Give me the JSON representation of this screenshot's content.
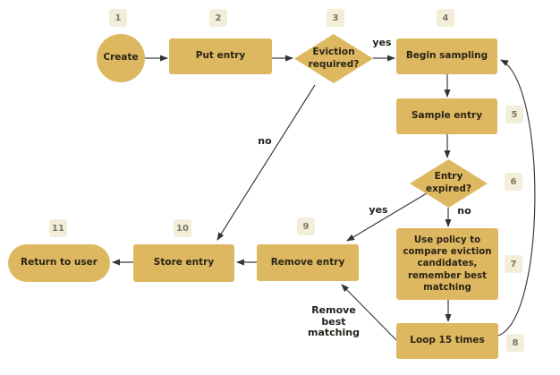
{
  "diagram": {
    "type": "flowchart",
    "colors": {
      "node_fill": "#DEB860",
      "badge_bg": "#F2EEDA",
      "badge_text": "#7C785F",
      "node_text": "#2A2417",
      "edge_line": "#3D3D3D",
      "background": "#FFFFFF"
    },
    "nodes": [
      {
        "id": "create",
        "badge": "1",
        "shape": "circle",
        "label": "Create"
      },
      {
        "id": "put-entry",
        "badge": "2",
        "shape": "rect",
        "label": "Put entry"
      },
      {
        "id": "eviction-required",
        "badge": "3",
        "shape": "diamond",
        "label": "Eviction required?"
      },
      {
        "id": "begin-sampling",
        "badge": "4",
        "shape": "rect",
        "label": "Begin sampling"
      },
      {
        "id": "sample-entry",
        "badge": "5",
        "shape": "rect",
        "label": "Sample entry"
      },
      {
        "id": "entry-expired",
        "badge": "6",
        "shape": "diamond",
        "label": "Entry expired?"
      },
      {
        "id": "use-policy",
        "badge": "7",
        "shape": "rect",
        "label": "Use policy to compare eviction candidates, remember best matching"
      },
      {
        "id": "loop-15-times",
        "badge": "8",
        "shape": "rect",
        "label": "Loop 15 times"
      },
      {
        "id": "remove-entry",
        "badge": "9",
        "shape": "rect",
        "label": "Remove entry"
      },
      {
        "id": "store-entry",
        "badge": "10",
        "shape": "rect",
        "label": "Store entry"
      },
      {
        "id": "return-to-user",
        "badge": "11",
        "shape": "pill",
        "label": "Return to user"
      }
    ],
    "edges": [
      {
        "from": "create",
        "to": "put-entry",
        "label": ""
      },
      {
        "from": "put-entry",
        "to": "eviction-required",
        "label": ""
      },
      {
        "from": "eviction-required",
        "to": "begin-sampling",
        "label": "yes"
      },
      {
        "from": "eviction-required",
        "to": "store-entry",
        "label": "no"
      },
      {
        "from": "begin-sampling",
        "to": "sample-entry",
        "label": ""
      },
      {
        "from": "sample-entry",
        "to": "entry-expired",
        "label": ""
      },
      {
        "from": "entry-expired",
        "to": "remove-entry",
        "label": "yes"
      },
      {
        "from": "entry-expired",
        "to": "use-policy",
        "label": "no"
      },
      {
        "from": "use-policy",
        "to": "loop-15-times",
        "label": ""
      },
      {
        "from": "loop-15-times",
        "to": "remove-entry",
        "label": "Remove best matching"
      },
      {
        "from": "loop-15-times",
        "to": "begin-sampling",
        "label": ""
      },
      {
        "from": "remove-entry",
        "to": "store-entry",
        "label": ""
      },
      {
        "from": "store-entry",
        "to": "return-to-user",
        "label": ""
      }
    ],
    "edge_labels": {
      "yes_eviction": "yes",
      "no_eviction": "no",
      "yes_expired": "yes",
      "no_expired": "no",
      "remove_best": "Remove best matching"
    }
  }
}
